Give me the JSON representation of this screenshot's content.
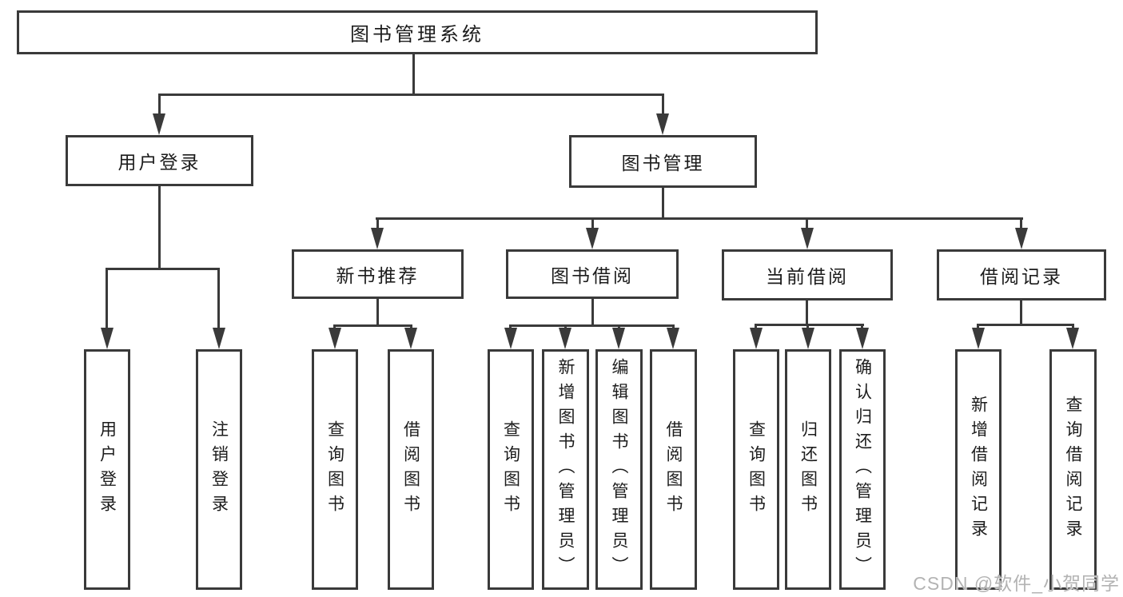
{
  "tree": {
    "root": {
      "label": "图书管理系统"
    },
    "branches": [
      {
        "label": "用户登录",
        "children": [
          {
            "label": "用户登录"
          },
          {
            "label": "注销登录"
          }
        ]
      },
      {
        "label": "图书管理",
        "children": [
          {
            "label": "新书推荐",
            "children": [
              {
                "label": "查询图书"
              },
              {
                "label": "借阅图书"
              }
            ]
          },
          {
            "label": "图书借阅",
            "children": [
              {
                "label": "查询图书"
              },
              {
                "label": "新增图书（管理员）"
              },
              {
                "label": "编辑图书（管理员）"
              },
              {
                "label": "借阅图书"
              }
            ]
          },
          {
            "label": "当前借阅",
            "children": [
              {
                "label": "查询图书"
              },
              {
                "label": "归还图书"
              },
              {
                "label": "确认归还（管理员）"
              }
            ]
          },
          {
            "label": "借阅记录",
            "children": [
              {
                "label": "新增借阅记录"
              },
              {
                "label": "查询借阅记录"
              }
            ]
          }
        ]
      }
    ]
  },
  "watermark": {
    "text": "CSDN @软件_小贺同学"
  },
  "colors": {
    "line": "#3a3a3a",
    "text": "#1c1c1c",
    "watermark_text": "#b3b3b3",
    "background": "#ffffff"
  }
}
